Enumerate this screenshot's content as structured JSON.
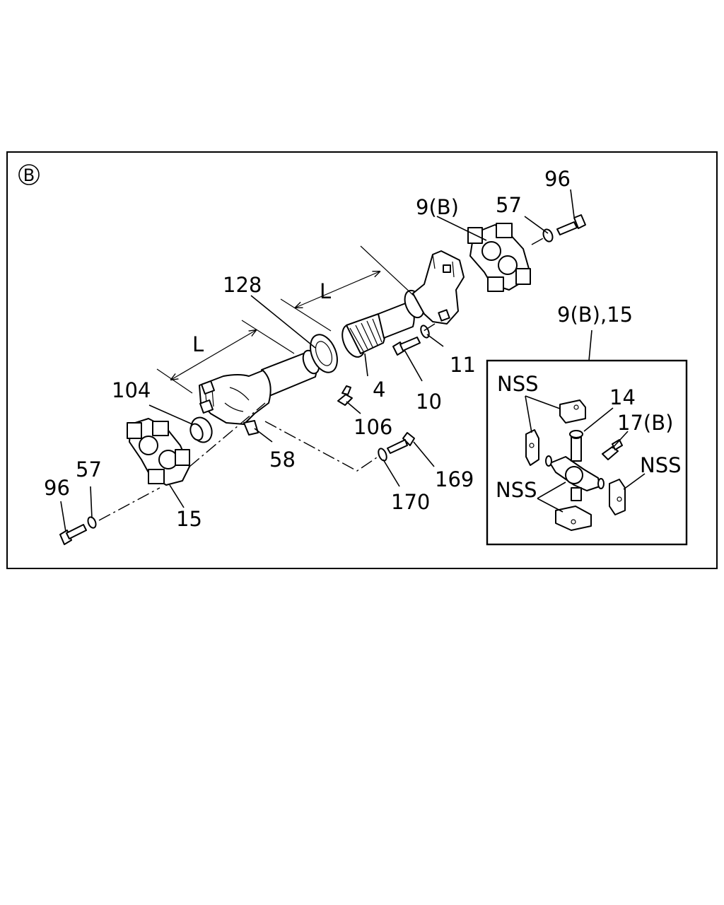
{
  "section_marker": "B",
  "labels": {
    "l_upper": "L",
    "l_lower": "L",
    "p96_top": "96",
    "p57_top": "57",
    "p9b": "9(B)",
    "p128": "128",
    "p11": "11",
    "p4": "4",
    "p10": "10",
    "p104": "104",
    "p106": "106",
    "p58": "58",
    "p169": "169",
    "p170": "170",
    "p96_bottom": "96",
    "p57_bottom": "57",
    "p15": "15"
  },
  "inset": {
    "title": "9(B),15",
    "nss_upper": "NSS",
    "p14": "14",
    "p17b": "17(B)",
    "nss_right": "NSS",
    "nss_lower": "NSS"
  }
}
